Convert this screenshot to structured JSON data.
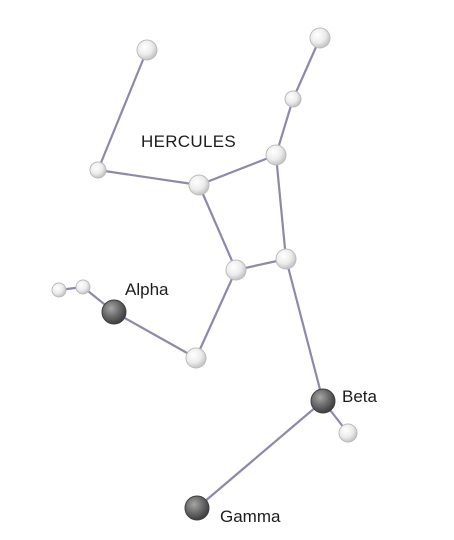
{
  "diagram": {
    "title": "HERCULES",
    "labels": {
      "alpha": "Alpha",
      "beta": "Beta",
      "gamma": "Gamma"
    },
    "colors": {
      "line": "#8d8aa8",
      "star_light_fill": "#eeeeee",
      "star_light_edge": "#bcbcbc",
      "star_dark_fill": "#6b6b6b",
      "star_dark_edge": "#3f3f3f",
      "text": "#1c1c1c",
      "background": "#ffffff"
    }
  }
}
